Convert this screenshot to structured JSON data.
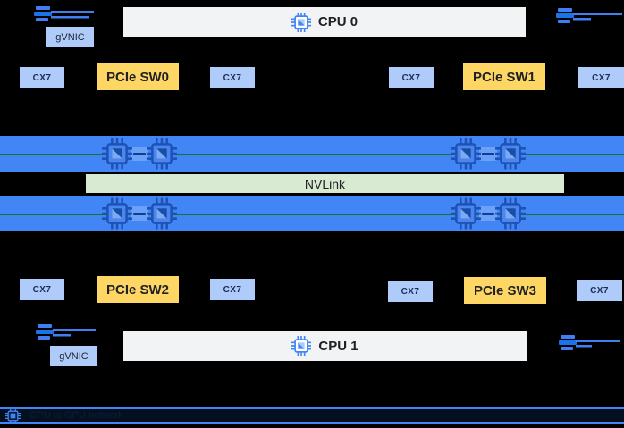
{
  "diagram": {
    "description": "GPU server topology diagram",
    "colors": {
      "background": "#000000",
      "gpu_band_blue": "#4285f4",
      "nic_box_blue": "#aecbfa",
      "switch_yellow": "#fdd663",
      "cpu_gray": "#f1f3f4",
      "nvlink_green": "#d9ead3",
      "link_line_green": "#137333",
      "nic_line_blue": "#3f7ff2"
    },
    "cpus": {
      "cpu0": "CPU 0",
      "cpu1": "CPU 1"
    },
    "nics": {
      "gvnic_top": "gVNIC",
      "gvnic_bottom": "gVNIC"
    },
    "switches": {
      "sw0": "PCIe SW0",
      "sw1": "PCIe SW1",
      "sw2": "PCIe SW2",
      "sw3": "PCIe SW3"
    },
    "cx7": [
      "CX7",
      "CX7",
      "CX7",
      "CX7",
      "CX7",
      "CX7",
      "CX7",
      "CX7"
    ],
    "interconnect": {
      "nvlink": "NVLink"
    },
    "footer": {
      "label": "GPU to GPU network"
    },
    "icons": {
      "cpu": "cpu-chip-icon",
      "gpu": "gpu-chip-icon",
      "nic": "nic-bus-icon",
      "footer_chip": "chip-icon"
    }
  }
}
